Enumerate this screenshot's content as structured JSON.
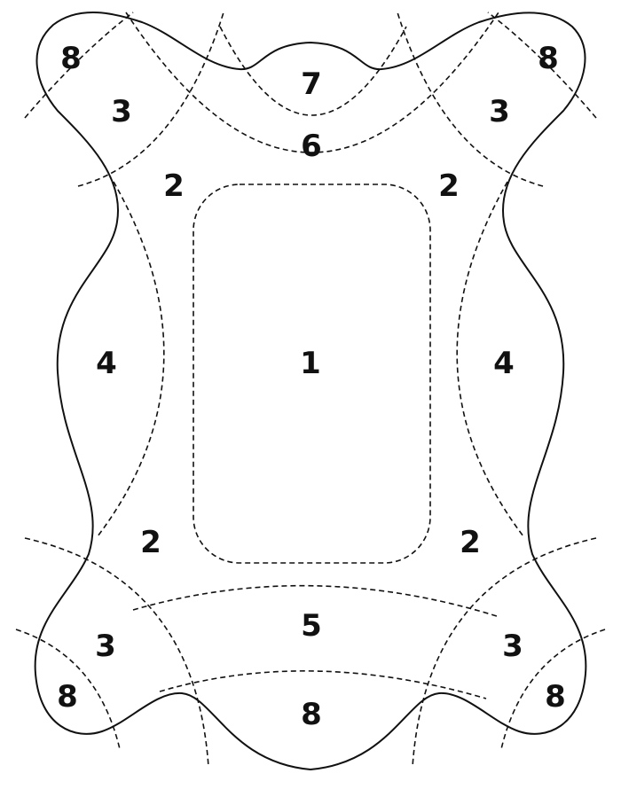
{
  "labels": {
    "center": "1",
    "top_left_2": "2",
    "top_right_2": "2",
    "bottom_left_2": "2",
    "bottom_right_2": "2",
    "top_left_3": "3",
    "top_right_3": "3",
    "bottom_left_3": "3",
    "bottom_right_3": "3",
    "left_4": "4",
    "right_4": "4",
    "bottom_5": "5",
    "top_6": "6",
    "top_7": "7",
    "top_left_8": "8",
    "top_right_8": "8",
    "bottom_left_8": "8",
    "bottom_right_8": "8",
    "bottom_center_8": "8"
  }
}
